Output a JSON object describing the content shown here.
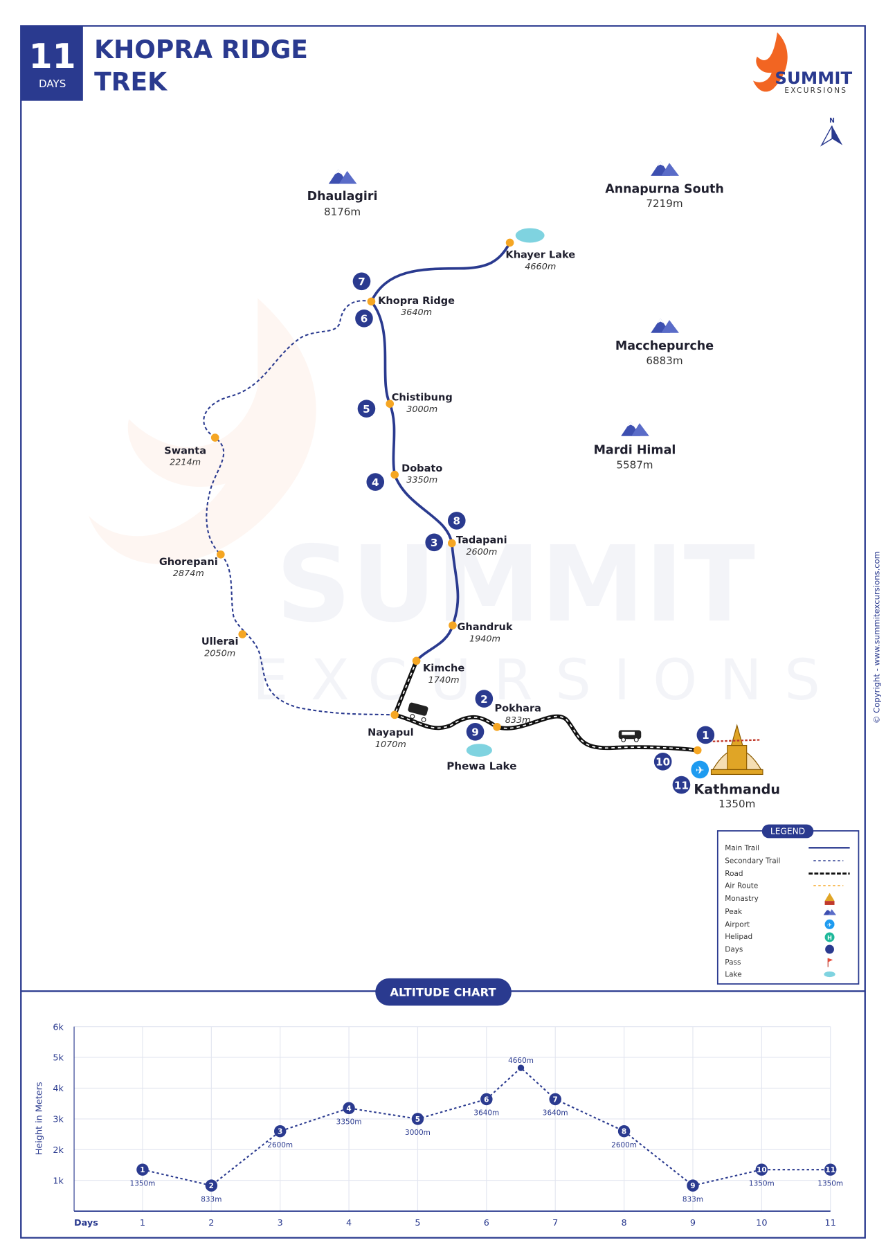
{
  "header": {
    "days_number": "11",
    "days_label": "DAYS",
    "title_line1": "KHOPRA RIDGE",
    "title_line2": "TREK"
  },
  "logo": {
    "name": "SUMMIT",
    "sub": "EXCURSIONS"
  },
  "compass": {
    "label": "N"
  },
  "watermark": {
    "line1": "SUMMIT",
    "line2": "EXCURSIONS"
  },
  "copyright": "© Copyright - www.summitexcursions.com",
  "colors": {
    "primary": "#2a3a8f",
    "stop": "#f5a623",
    "lake": "#7fd3e0",
    "airport": "#1e9bf0"
  },
  "peaks": [
    {
      "name": "Dhaulagiri",
      "elev": "8176m"
    },
    {
      "name": "Annapurna South",
      "elev": "7219m"
    },
    {
      "name": "Macchepurche",
      "elev": "6883m"
    },
    {
      "name": "Mardi Himal",
      "elev": "5587m"
    }
  ],
  "places": {
    "khayer": {
      "name": "Khayer Lake",
      "elev": "4660m"
    },
    "khopra": {
      "name": "Khopra Ridge",
      "elev": "3640m"
    },
    "chistibung": {
      "name": "Chistibung",
      "elev": "3000m"
    },
    "dobato": {
      "name": "Dobato",
      "elev": "3350m"
    },
    "tadapani": {
      "name": "Tadapani",
      "elev": "2600m"
    },
    "ghandruk": {
      "name": "Ghandruk",
      "elev": "1940m"
    },
    "kimche": {
      "name": "Kimche",
      "elev": "1740m"
    },
    "nayapul": {
      "name": "Nayapul",
      "elev": "1070m"
    },
    "pokhara": {
      "name": "Pokhara",
      "elev": "833m"
    },
    "phewa": {
      "name": "Phewa Lake"
    },
    "kathmandu": {
      "name": "Kathmandu",
      "elev": "1350m"
    },
    "swanta": {
      "name": "Swanta",
      "elev": "2214m"
    },
    "ghorepani": {
      "name": "Ghorepani",
      "elev": "2874m"
    },
    "ullerai": {
      "name": "Ullerai",
      "elev": "2050m"
    }
  },
  "day_markers": [
    "1",
    "2",
    "3",
    "4",
    "5",
    "6",
    "7",
    "8",
    "9",
    "10",
    "11"
  ],
  "legend": {
    "title": "LEGEND",
    "items": [
      "Main Trail",
      "Secondary Trail",
      "Road",
      "Air Route",
      "Monastry",
      "Peak",
      "Airport",
      "Helipad",
      "Days",
      "Pass",
      "Lake"
    ]
  },
  "chart_title": "ALTITUDE CHART",
  "chart_data": {
    "type": "line",
    "title": "ALTITUDE CHART",
    "xlabel": "Days",
    "ylabel": "Height in Meters",
    "x_ticks": [
      "1",
      "2",
      "3",
      "4",
      "5",
      "6",
      "7",
      "8",
      "9",
      "10",
      "11"
    ],
    "y_ticks": [
      "1k",
      "2k",
      "3k",
      "4k",
      "5k",
      "6k"
    ],
    "ylim": [
      0,
      6000
    ],
    "xlim": [
      0,
      11
    ],
    "grid": true,
    "points": [
      {
        "day": 1,
        "marker": "1",
        "value": 1350,
        "label": "1350m"
      },
      {
        "day": 2,
        "marker": "2",
        "value": 833,
        "label": "833m"
      },
      {
        "day": 3,
        "marker": "3",
        "value": 2600,
        "label": "2600m"
      },
      {
        "day": 4,
        "marker": "4",
        "value": 3350,
        "label": "3350m"
      },
      {
        "day": 5,
        "marker": "5",
        "value": 3000,
        "label": "3000m"
      },
      {
        "day": 6,
        "marker": "6",
        "value": 3640,
        "label": "3640m"
      },
      {
        "day": 6.5,
        "marker": "",
        "value": 4660,
        "label": "4660m"
      },
      {
        "day": 7,
        "marker": "7",
        "value": 3640,
        "label": "3640m"
      },
      {
        "day": 8,
        "marker": "8",
        "value": 2600,
        "label": "2600m"
      },
      {
        "day": 9,
        "marker": "9",
        "value": 833,
        "label": "833m"
      },
      {
        "day": 10,
        "marker": "10",
        "value": 1350,
        "label": "1350m"
      },
      {
        "day": 11,
        "marker": "11",
        "value": 1350,
        "label": "1350m"
      }
    ]
  }
}
